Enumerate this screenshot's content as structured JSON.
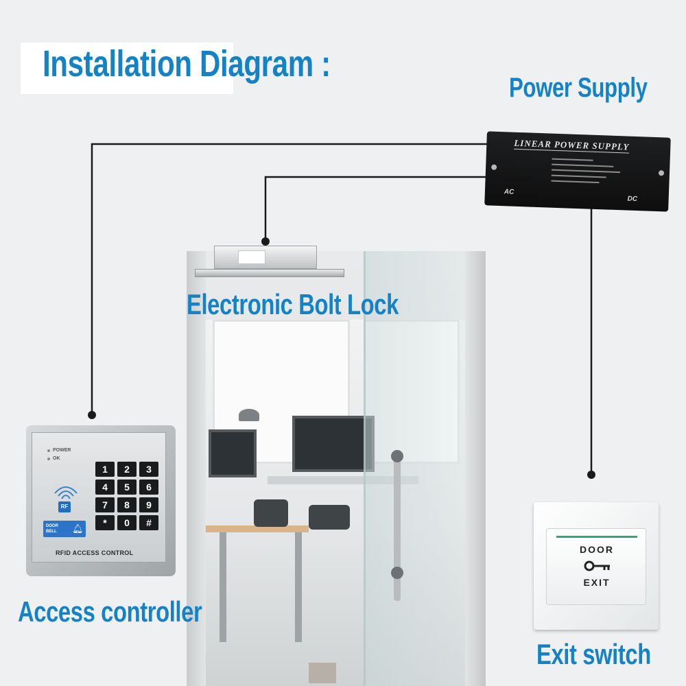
{
  "title": "Installation Diagram :",
  "labels": {
    "power_supply": "Power Supply",
    "bolt_lock": "Electronic Bolt Lock",
    "access_controller": "Access controller",
    "exit_switch": "Exit switch"
  },
  "power_supply_device": {
    "brand_text": "LINEAR POWER SUPPLY",
    "ac_label": "AC",
    "dc_label": "DC"
  },
  "access_device": {
    "led_power": "POWER",
    "led_ok": "OK",
    "rf_badge": "RF",
    "doorbell_line1": "DOOR",
    "doorbell_line2": "BELL",
    "bell_icon": "bell-icon",
    "keys": [
      "1",
      "2",
      "3",
      "4",
      "5",
      "6",
      "7",
      "8",
      "9",
      "*",
      "0",
      "#"
    ],
    "footer": "RFID ACCESS CONTROL"
  },
  "exit_device": {
    "top_text": "DOOR",
    "bottom_text": "EXIT",
    "icon": "key-icon",
    "led_color": "#2fa77a"
  },
  "colors": {
    "label_blue": "#1582c5",
    "wire": "#1a1a1a"
  }
}
